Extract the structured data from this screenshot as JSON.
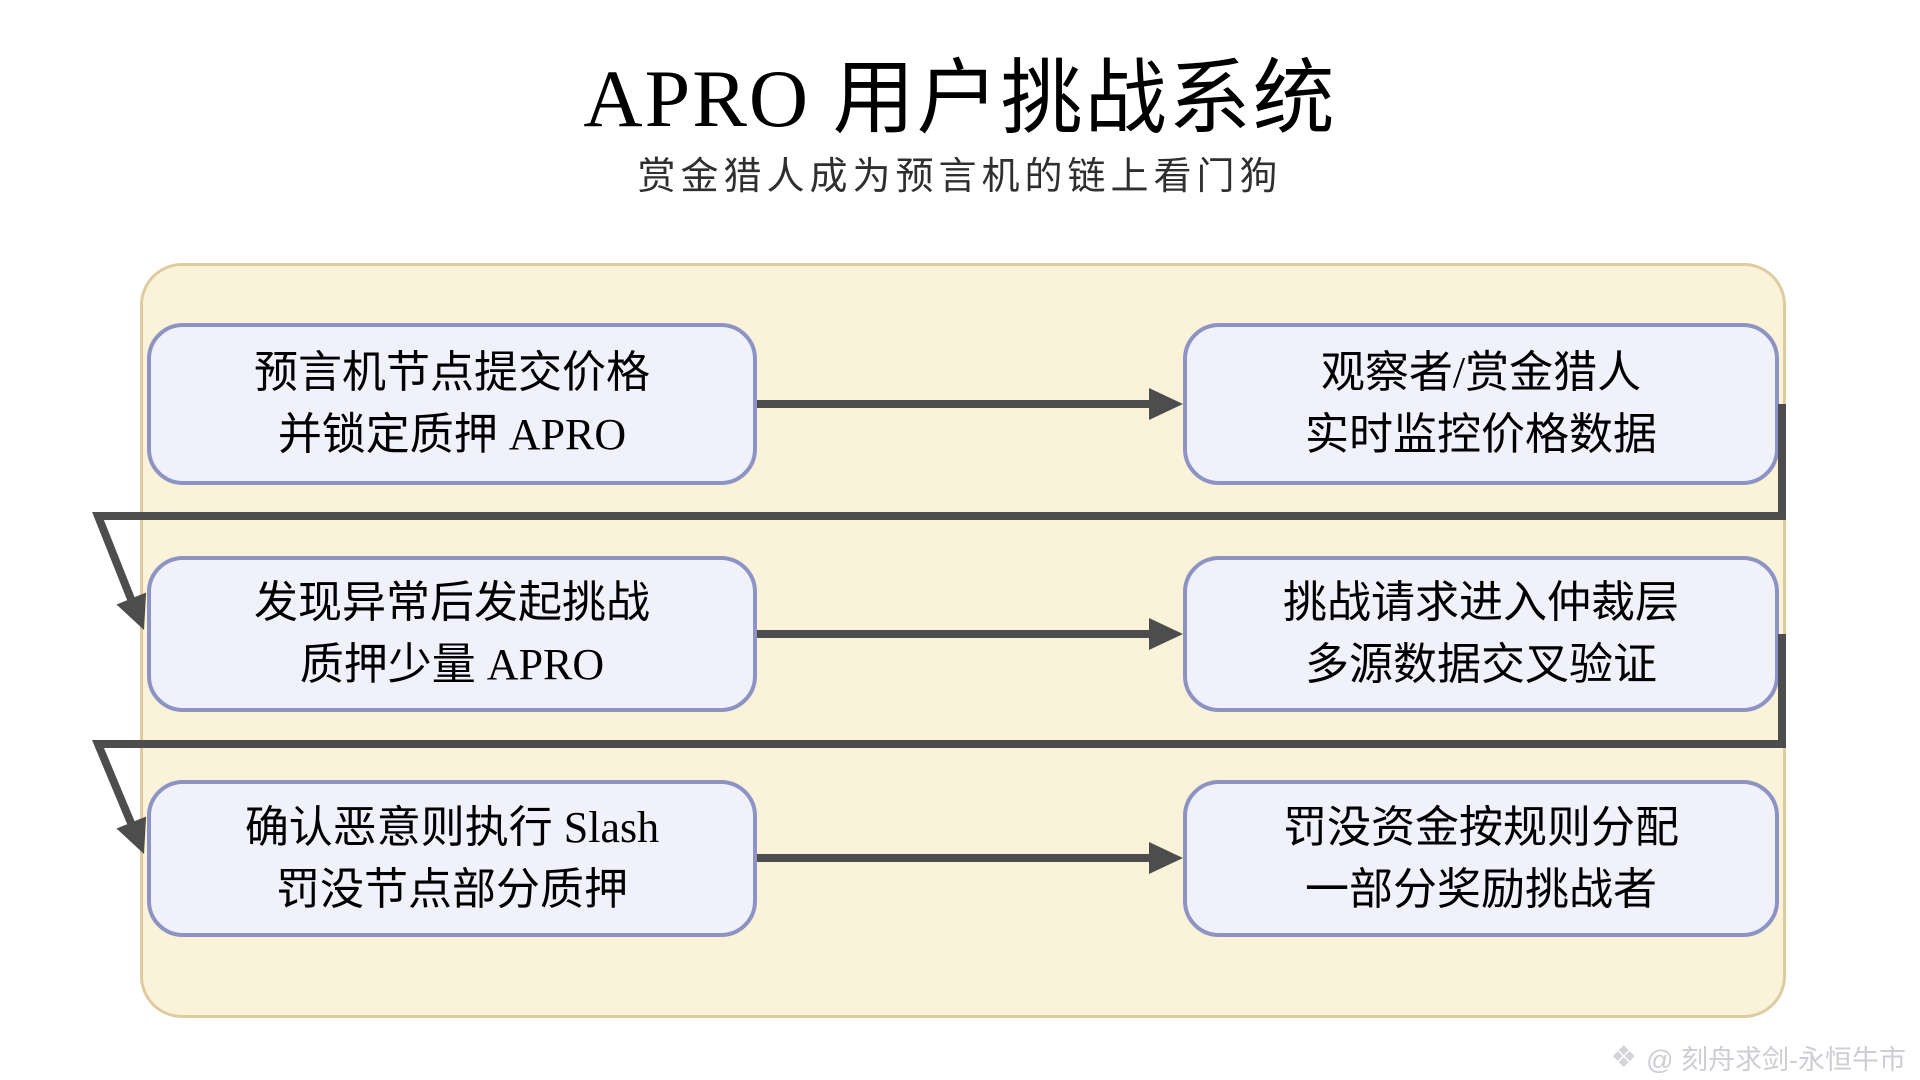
{
  "title": "APRO 用户挑战系统",
  "subtitle": "赏金猎人成为预言机的链上看门狗",
  "flow": {
    "nodes": [
      {
        "line1": "预言机节点提交价格",
        "line2": "并锁定质押 APRO"
      },
      {
        "line1": "观察者/赏金猎人",
        "line2": "实时监控价格数据"
      },
      {
        "line1": "发现异常后发起挑战",
        "line2": "质押少量 APRO"
      },
      {
        "line1": "挑战请求进入仲裁层",
        "line2": "多源数据交叉验证"
      },
      {
        "line1": "确认恶意则执行 Slash",
        "line2": "罚没节点部分质押"
      },
      {
        "line1": "罚没资金按规则分配",
        "line2": "一部分奖励挑战者"
      }
    ]
  },
  "watermark": {
    "icon": "gem-logo-icon",
    "icon_glyph": "❖",
    "text": "@ 刻舟求剑-永恒牛市"
  },
  "colors": {
    "panel_fill": "#FBF3D9",
    "panel_border": "#DECCA0",
    "node_fill": "#F0F1FB",
    "node_border": "#8D93C4",
    "arrow": "#4D4D4D",
    "watermark": "#CDCED3"
  }
}
